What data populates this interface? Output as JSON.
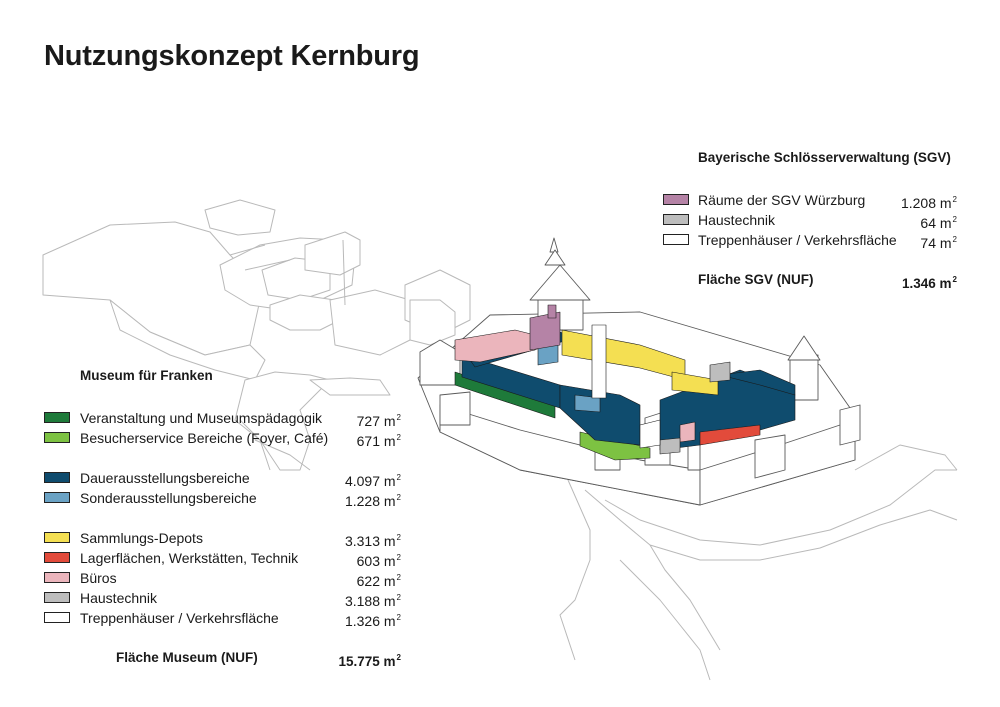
{
  "title": "Nutzungskonzept Kernburg",
  "area_unit_exponent": "2",
  "sgv": {
    "heading": "Bayerische Schlösserverwaltung (SGV)",
    "items": [
      {
        "label": "Räume der SGV Würzburg",
        "value": "1.208 m",
        "color": "#b583a6"
      },
      {
        "label": "Haustechnik",
        "value": "64 m",
        "color": "#bdbdbd"
      },
      {
        "label": "Treppenhäuser / Verkehrsfläche",
        "value": "74 m",
        "color": "#ffffff"
      }
    ],
    "total": {
      "label": "Fläche SGV (NUF)",
      "value": "1.346 m"
    }
  },
  "museum": {
    "heading": "Museum für Franken",
    "groups": [
      [
        {
          "label": "Veranstaltung und Museumspädagogik",
          "value": "727 m",
          "color": "#1e7a3a"
        },
        {
          "label": "Besucherservice Bereiche (Foyer, Café)",
          "value": "671 m",
          "color": "#7dc242"
        }
      ],
      [
        {
          "label": "Dauerausstellungsbereiche",
          "value": "4.097 m",
          "color": "#0f4c6e"
        },
        {
          "label": "Sonderausstellungsbereiche",
          "value": "1.228 m",
          "color": "#6aa2c4"
        }
      ],
      [
        {
          "label": "Sammlungs-Depots",
          "value": "3.313 m",
          "color": "#f4df52"
        },
        {
          "label": "Lagerflächen, Werkstätten, Technik",
          "value": "603 m",
          "color": "#e24b3b"
        },
        {
          "label": "Büros",
          "value": "622 m",
          "color": "#ebb5bc"
        },
        {
          "label": "Haustechnik",
          "value": "3.188 m",
          "color": "#bdbdbd"
        },
        {
          "label": "Treppenhäuser / Verkehrsfläche",
          "value": "1.326 m",
          "color": "#ffffff"
        }
      ]
    ],
    "total": {
      "label": "Fläche Museum (NUF)",
      "value": "15.775 m"
    }
  }
}
